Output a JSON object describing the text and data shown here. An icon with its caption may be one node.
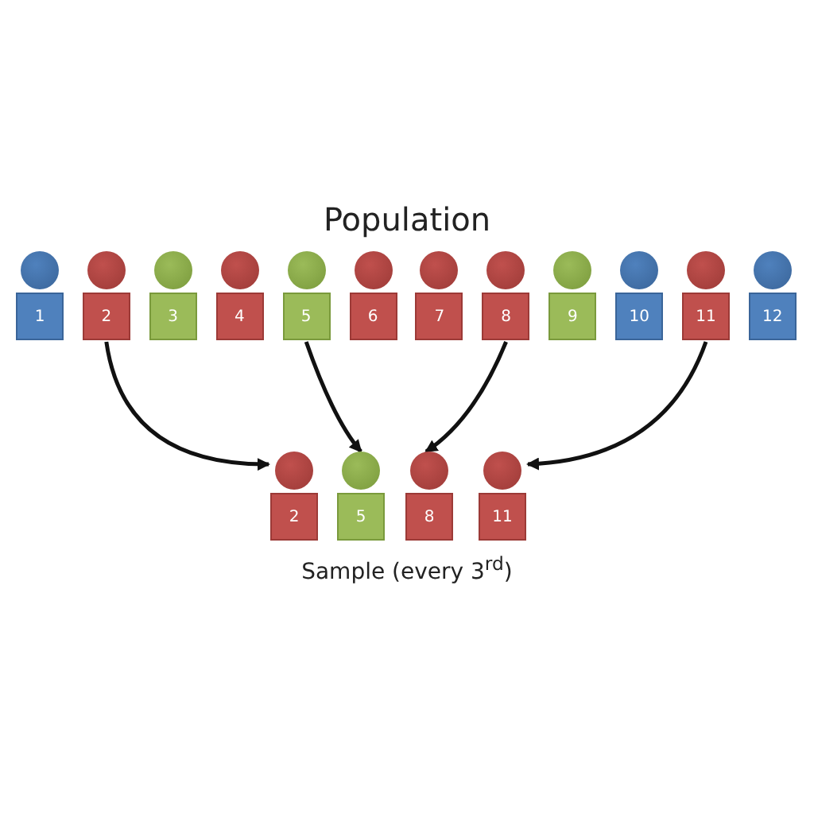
{
  "diagram": {
    "title": "Population",
    "caption": "Sample (every 3$^{rd}$)",
    "nodes": [
      {
        "text": [
          "1"
        ]
      },
      {
        "text": [
          "2"
        ]
      },
      {
        "text": [
          "3"
        ]
      },
      {
        "text": [
          "4"
        ]
      },
      {
        "text": [
          "5"
        ]
      },
      {
        "text": [
          "6"
        ]
      },
      {
        "text": [
          "7"
        ]
      },
      {
        "text": [
          "8"
        ]
      },
      {
        "text": [
          "9"
        ]
      },
      {
        "text": [
          "10"
        ]
      },
      {
        "text": [
          "11"
        ]
      },
      {
        "text": [
          "12"
        ]
      },
      {
        "text": [
          "2"
        ]
      },
      {
        "text": [
          "5"
        ]
      },
      {
        "text": [
          "8"
        ]
      },
      {
        "text": [
          "11"
        ]
      }
    ],
    "edges": [
      {
        "from": 1,
        "to": 12,
        "arrow": "to"
      },
      {
        "from": 4,
        "to": 13,
        "arrow": "to"
      },
      {
        "from": 7,
        "to": 14,
        "arrow": "to"
      },
      {
        "from": 10,
        "to": 15,
        "arrow": "to"
      }
    ]
  }
}
